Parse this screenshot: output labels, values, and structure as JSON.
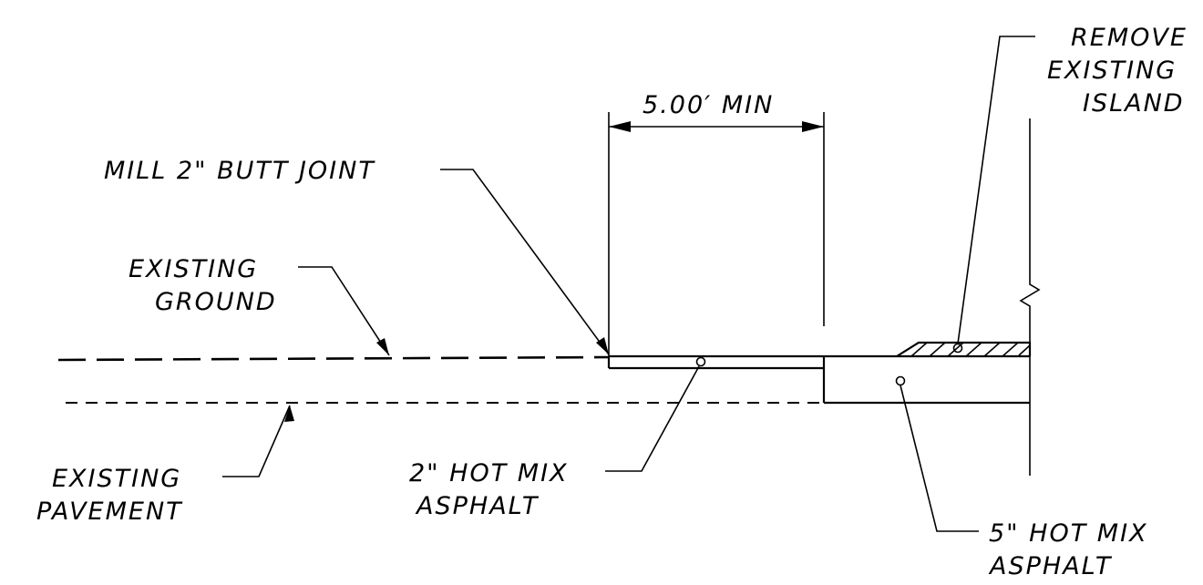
{
  "labels": {
    "dimension": "5.00′ MIN",
    "mill_joint": "MILL 2\" BUTT JOINT",
    "existing_ground": [
      "EXISTING",
      "GROUND"
    ],
    "existing_pavement": [
      "EXISTING",
      "PAVEMENT"
    ],
    "hma_2in": [
      "2\" HOT MIX",
      "ASPHALT"
    ],
    "hma_5in": [
      "5\" HOT MIX",
      "ASPHALT"
    ],
    "remove_island": [
      "REMOVE",
      "EXISTING",
      "ISLAND"
    ]
  },
  "colors": {
    "line": "#000000",
    "background": "#ffffff"
  }
}
